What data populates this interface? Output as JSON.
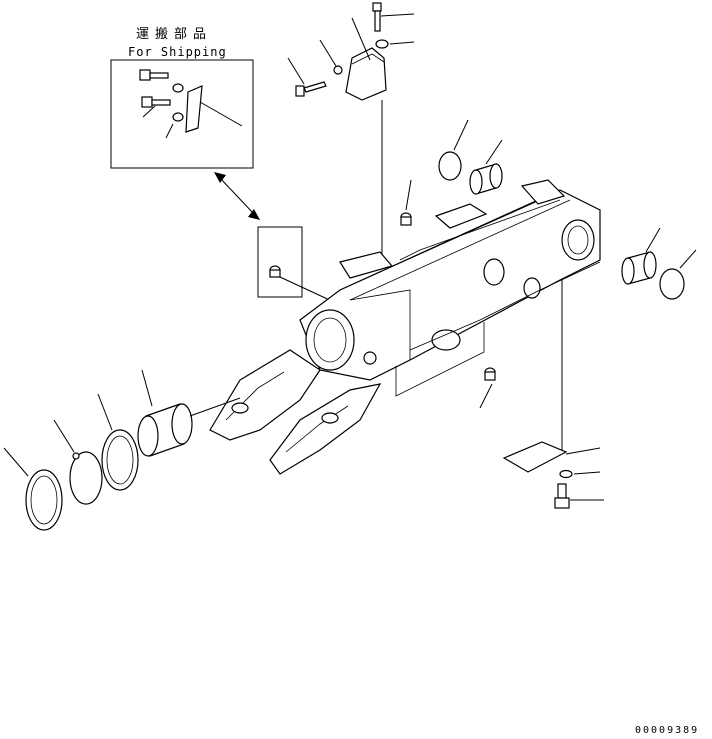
{
  "shipping_box": {
    "label_jp": "運搬部品",
    "label_en": "For Shipping"
  },
  "drawing_id": "00009389"
}
